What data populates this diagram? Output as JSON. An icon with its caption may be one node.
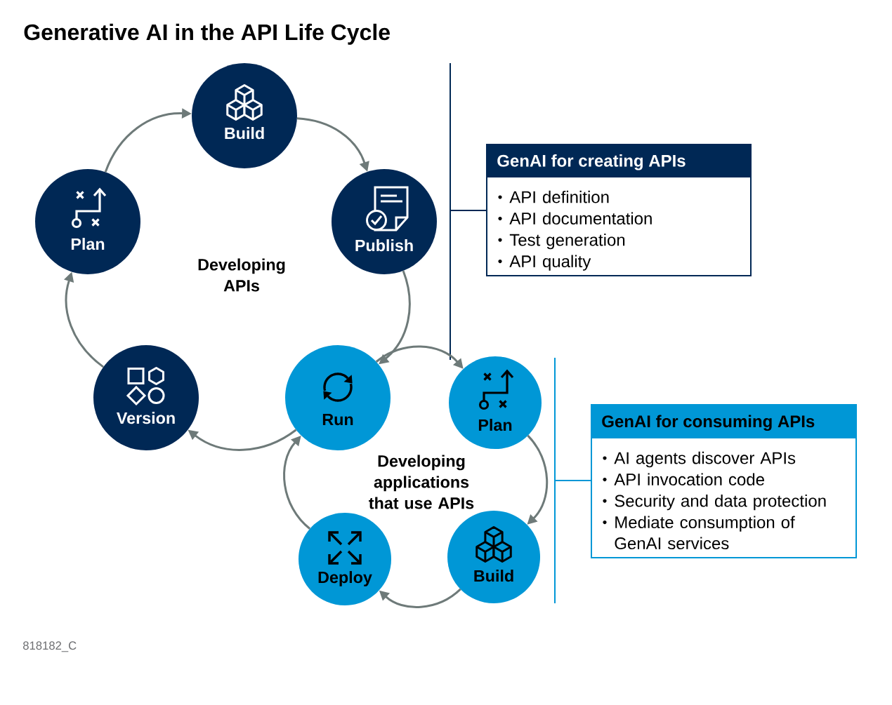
{
  "diagram": {
    "title": "Generative AI in the API Life Cycle",
    "nodes": [
      {
        "text": [
          "Build"
        ]
      },
      {
        "text": [
          "Plan"
        ]
      },
      {
        "text": [
          "Publish"
        ]
      },
      {
        "text": [
          "Version"
        ]
      },
      {
        "text": [
          "Run"
        ]
      },
      {
        "text": [
          "Plan"
        ]
      },
      {
        "text": [
          "Build"
        ]
      },
      {
        "text": [
          "Deploy"
        ]
      },
      {
        "text": [
          "GenAI for creating APIs",
          "API definition",
          "API documentation",
          "Test generation",
          "API quality"
        ]
      },
      {
        "text": [
          "GenAI for consuming APIs",
          "AI agents discover APIs",
          "API invocation code",
          "Security and data protection",
          "Mediate consumption of GenAI services"
        ]
      }
    ],
    "edges": [
      {
        "from": 1,
        "to": 0,
        "arrow": "to"
      },
      {
        "from": 0,
        "to": 2,
        "arrow": "to"
      },
      {
        "from": 2,
        "to": 4,
        "arrow": "to"
      },
      {
        "from": 4,
        "to": 3,
        "arrow": "to"
      },
      {
        "from": 3,
        "to": 1,
        "arrow": "to"
      },
      {
        "from": 4,
        "to": 5,
        "arrow": "to"
      },
      {
        "from": 5,
        "to": 6,
        "arrow": "to"
      },
      {
        "from": 6,
        "to": 7,
        "arrow": "to"
      },
      {
        "from": 7,
        "to": 4,
        "arrow": "to"
      }
    ],
    "labels": [
      "Developing APIs",
      "Developing applications that use APIs",
      "818182_C"
    ]
  }
}
